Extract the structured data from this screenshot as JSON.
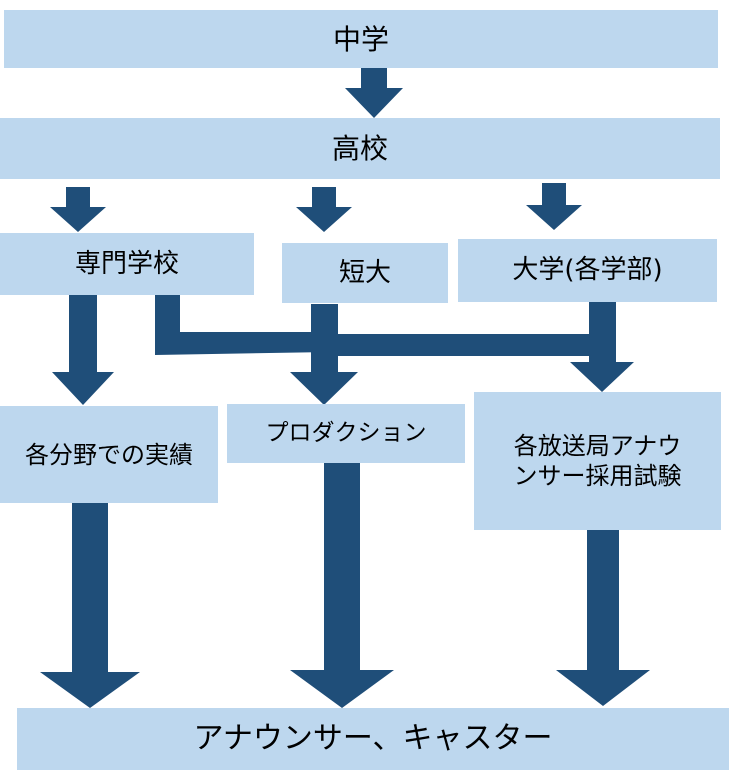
{
  "colors": {
    "box_fill": "#bdd7ee",
    "arrow": "#1f4e79",
    "text": "#000000"
  },
  "nodes": {
    "middle_school": "中学",
    "high_school": "高校",
    "vocational_school": "専門学校",
    "junior_college": "短大",
    "university": "大学(各学部)",
    "field_achievements": "各分野での実績",
    "production": "プロダクション",
    "broadcaster_exam": "各放送局アナウンサー採用試験",
    "final": "アナウンサー、キャスター"
  },
  "edges": [
    [
      "middle_school",
      "high_school"
    ],
    [
      "high_school",
      "vocational_school"
    ],
    [
      "high_school",
      "junior_college"
    ],
    [
      "high_school",
      "university"
    ],
    [
      "vocational_school",
      "field_achievements"
    ],
    [
      "vocational_school",
      "production"
    ],
    [
      "junior_college",
      "production"
    ],
    [
      "university",
      "production"
    ],
    [
      "university",
      "broadcaster_exam"
    ],
    [
      "field_achievements",
      "final"
    ],
    [
      "production",
      "final"
    ],
    [
      "broadcaster_exam",
      "final"
    ]
  ]
}
